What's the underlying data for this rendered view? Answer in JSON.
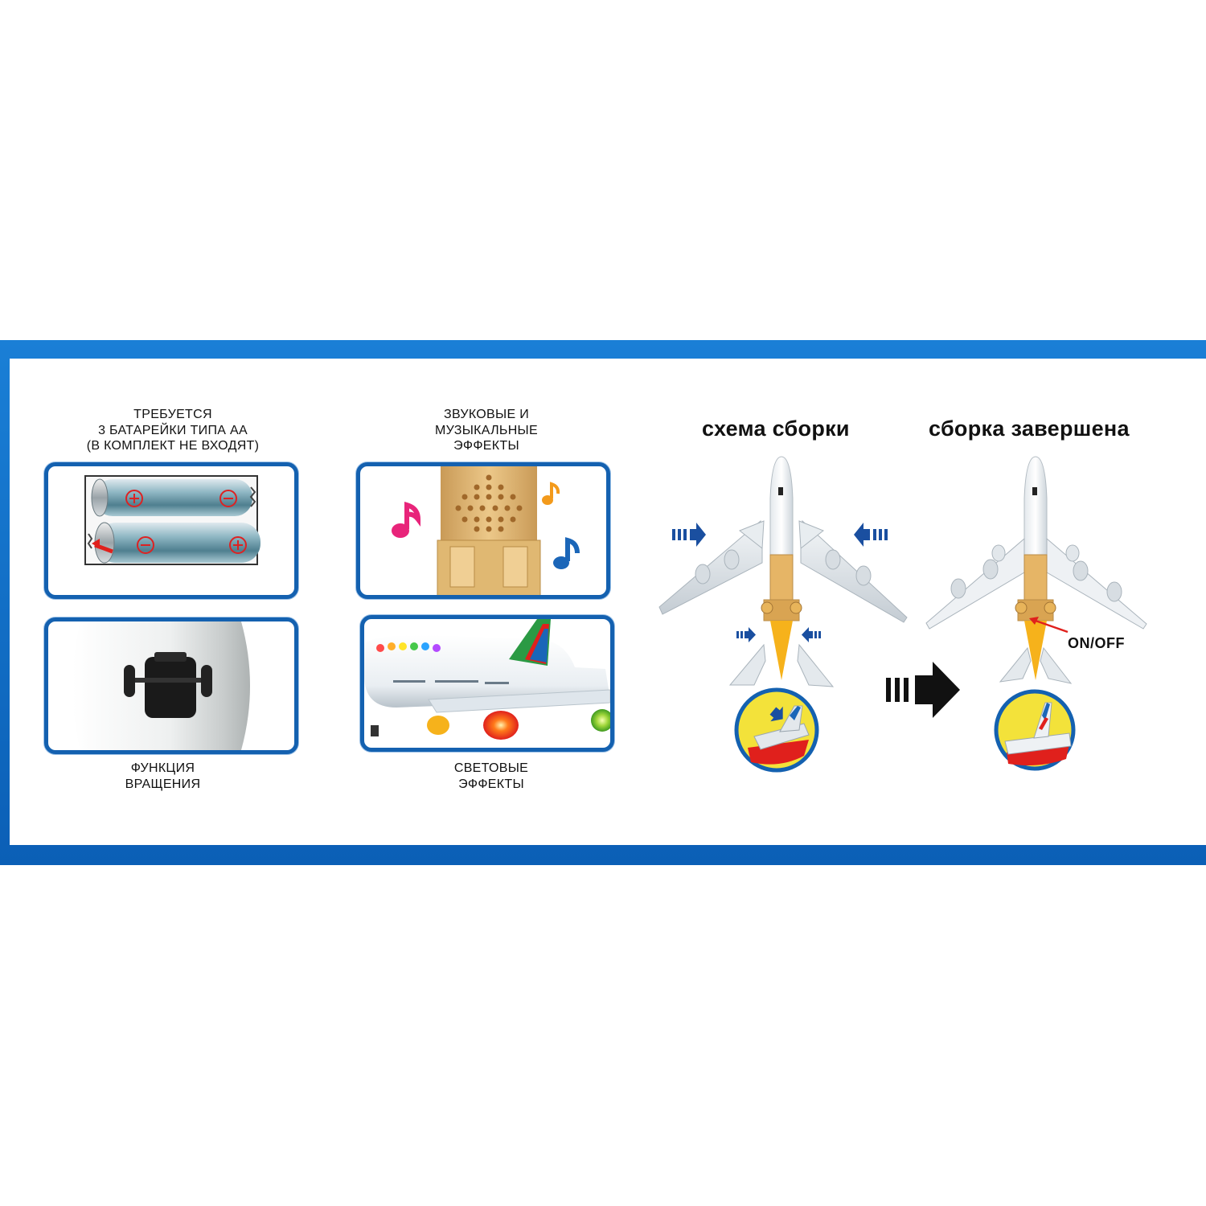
{
  "features": {
    "battery": {
      "caption": [
        "ТРЕБУЕТСЯ",
        "3 БАТАРЕЙКИ ТИПА АА",
        "(В КОМПЛЕКТ НЕ ВХОДЯТ)"
      ],
      "icon": "battery-icon"
    },
    "sound": {
      "caption": [
        "ЗВУКОВЫЕ И",
        "МУЗЫКАЛЬНЫЕ",
        "ЭФФЕКТЫ"
      ],
      "icon": "speaker-icon"
    },
    "rotation": {
      "caption": [
        "ФУНКЦИЯ",
        "ВРАЩЕНИЯ"
      ],
      "icon": "wheel-icon"
    },
    "light": {
      "caption": [
        "СВЕТОВЫЕ",
        "ЭФФЕКТЫ"
      ],
      "icon": "airplane-light-icon"
    }
  },
  "assembly": {
    "scheme_title": "схема сборки",
    "done_title": "сборка завершена",
    "switch_label": "ON/OFF"
  },
  "colors": {
    "frame_blue": "#0b5fb6",
    "panel_border": "#1461b0",
    "arrow_blue": "#1a4fa0",
    "badge_yellow": "#f3e23a"
  }
}
